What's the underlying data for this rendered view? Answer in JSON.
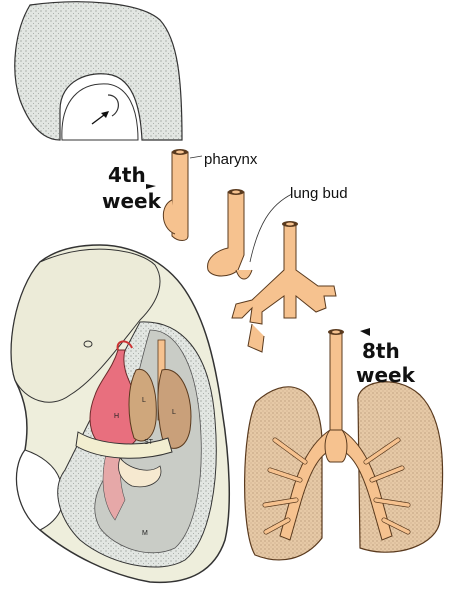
{
  "labels": {
    "pharynx": "pharynx",
    "lung_bud": "lung bud",
    "week4_num": "4th",
    "week4_word": "week",
    "week8_num": "8th",
    "week8_word": "week"
  },
  "organ_labels": {
    "heart": "H",
    "liver_left": "L",
    "liver_right": "L",
    "stomach": "ST",
    "mesonephros": "M"
  },
  "colors": {
    "tube": "#f6c28f",
    "tube_stroke": "#5a3a1e",
    "lung_tissue": "#e3c6a4",
    "embryo": "#eeeedc",
    "heart": "#e86f7e",
    "liver": "#cfa77c",
    "stipple": "#d9dcd8"
  }
}
